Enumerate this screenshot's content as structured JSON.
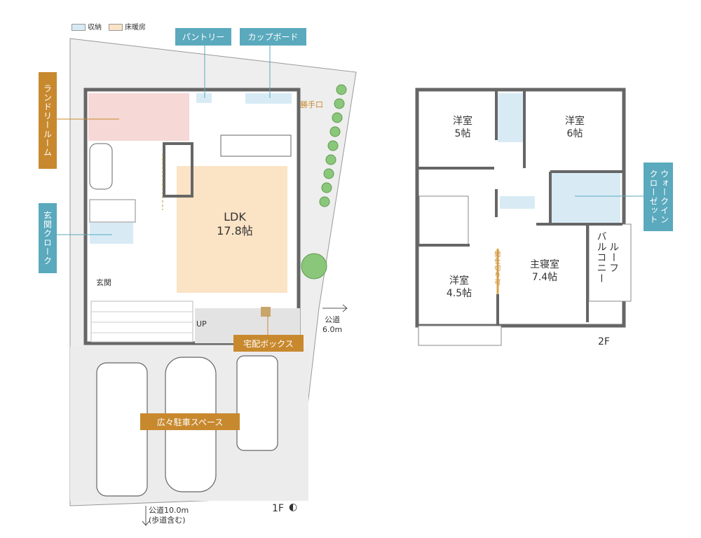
{
  "legend": [
    {
      "label": "収納",
      "color": "#d8ebf5"
    },
    {
      "label": "床暖房",
      "color": "#fbe3c6"
    }
  ],
  "colors": {
    "storage": "#d8ebf5",
    "floor_heating": "#fbe3c6",
    "laundry": "#f6d8d6",
    "wall": "#666666",
    "callout_teal": "#5aa9bd",
    "callout_orange": "#c8892e",
    "tree": "#8bc77a"
  },
  "floor1": {
    "label": "1F",
    "rooms": {
      "ldk": "LDK\n17.8帖",
      "entrance": "玄関",
      "up": "UP",
      "back_door": "勝手口"
    },
    "callouts": {
      "laundry": "ランドリールーム",
      "entrance_cloak": "玄関クローク",
      "pantry": "パントリー",
      "cupboard": "カップボード",
      "delivery_box": "宅配ボックス",
      "parking": "広々駐車スペース"
    },
    "roads": {
      "east": "公道\n6.0m",
      "south": "公道10.0m\n(歩道含む)"
    },
    "north_icon": "compass-icon"
  },
  "floor2": {
    "label": "2F",
    "rooms": {
      "west5": "洋室\n5帖",
      "west6": "洋室\n6帖",
      "west45": "洋室\n4.5帖",
      "master": "主寝室\n7.4帖",
      "partition": "間仕切り可"
    },
    "callouts": {
      "walkin": "ウォークイン\nクローゼット",
      "balcony": "ルーフ\nバルコニー"
    }
  }
}
